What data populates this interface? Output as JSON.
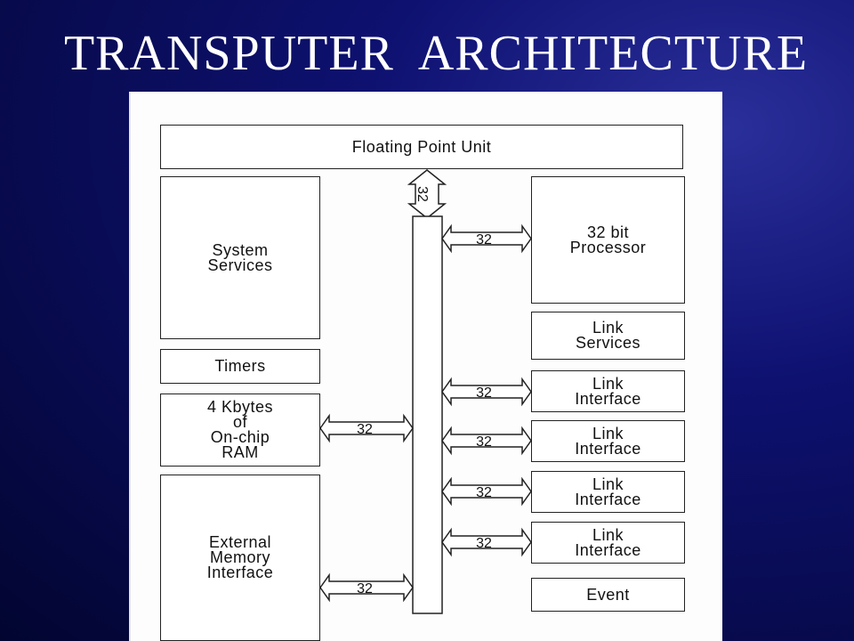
{
  "title": "TRANSPUTER  ARCHITECTURE",
  "blocks": {
    "fpu": "Floating Point Unit",
    "system_services": "System\nServices",
    "timers": "Timers",
    "ram": "4 Kbytes\nof\nOn-chip\nRAM",
    "external_memory": "External\nMemory\nInterface",
    "processor": "32 bit\nProcessor",
    "link_services": "Link\nServices",
    "link_interface_1": "Link\nInterface",
    "link_interface_2": "Link\nInterface",
    "link_interface_3": "Link\nInterface",
    "link_interface_4": "Link\nInterface",
    "event": "Event"
  },
  "bus": {
    "fpu_width": "32",
    "processor_width": "32",
    "ram_width": "32",
    "external_memory_width": "32",
    "link_1_width": "32",
    "link_2_width": "32",
    "link_3_width": "32",
    "link_4_width": "32"
  },
  "colors": {
    "background": "#0e1170",
    "title": "#ffffff",
    "panel": "#fdfdfd",
    "lines": "#222222"
  }
}
